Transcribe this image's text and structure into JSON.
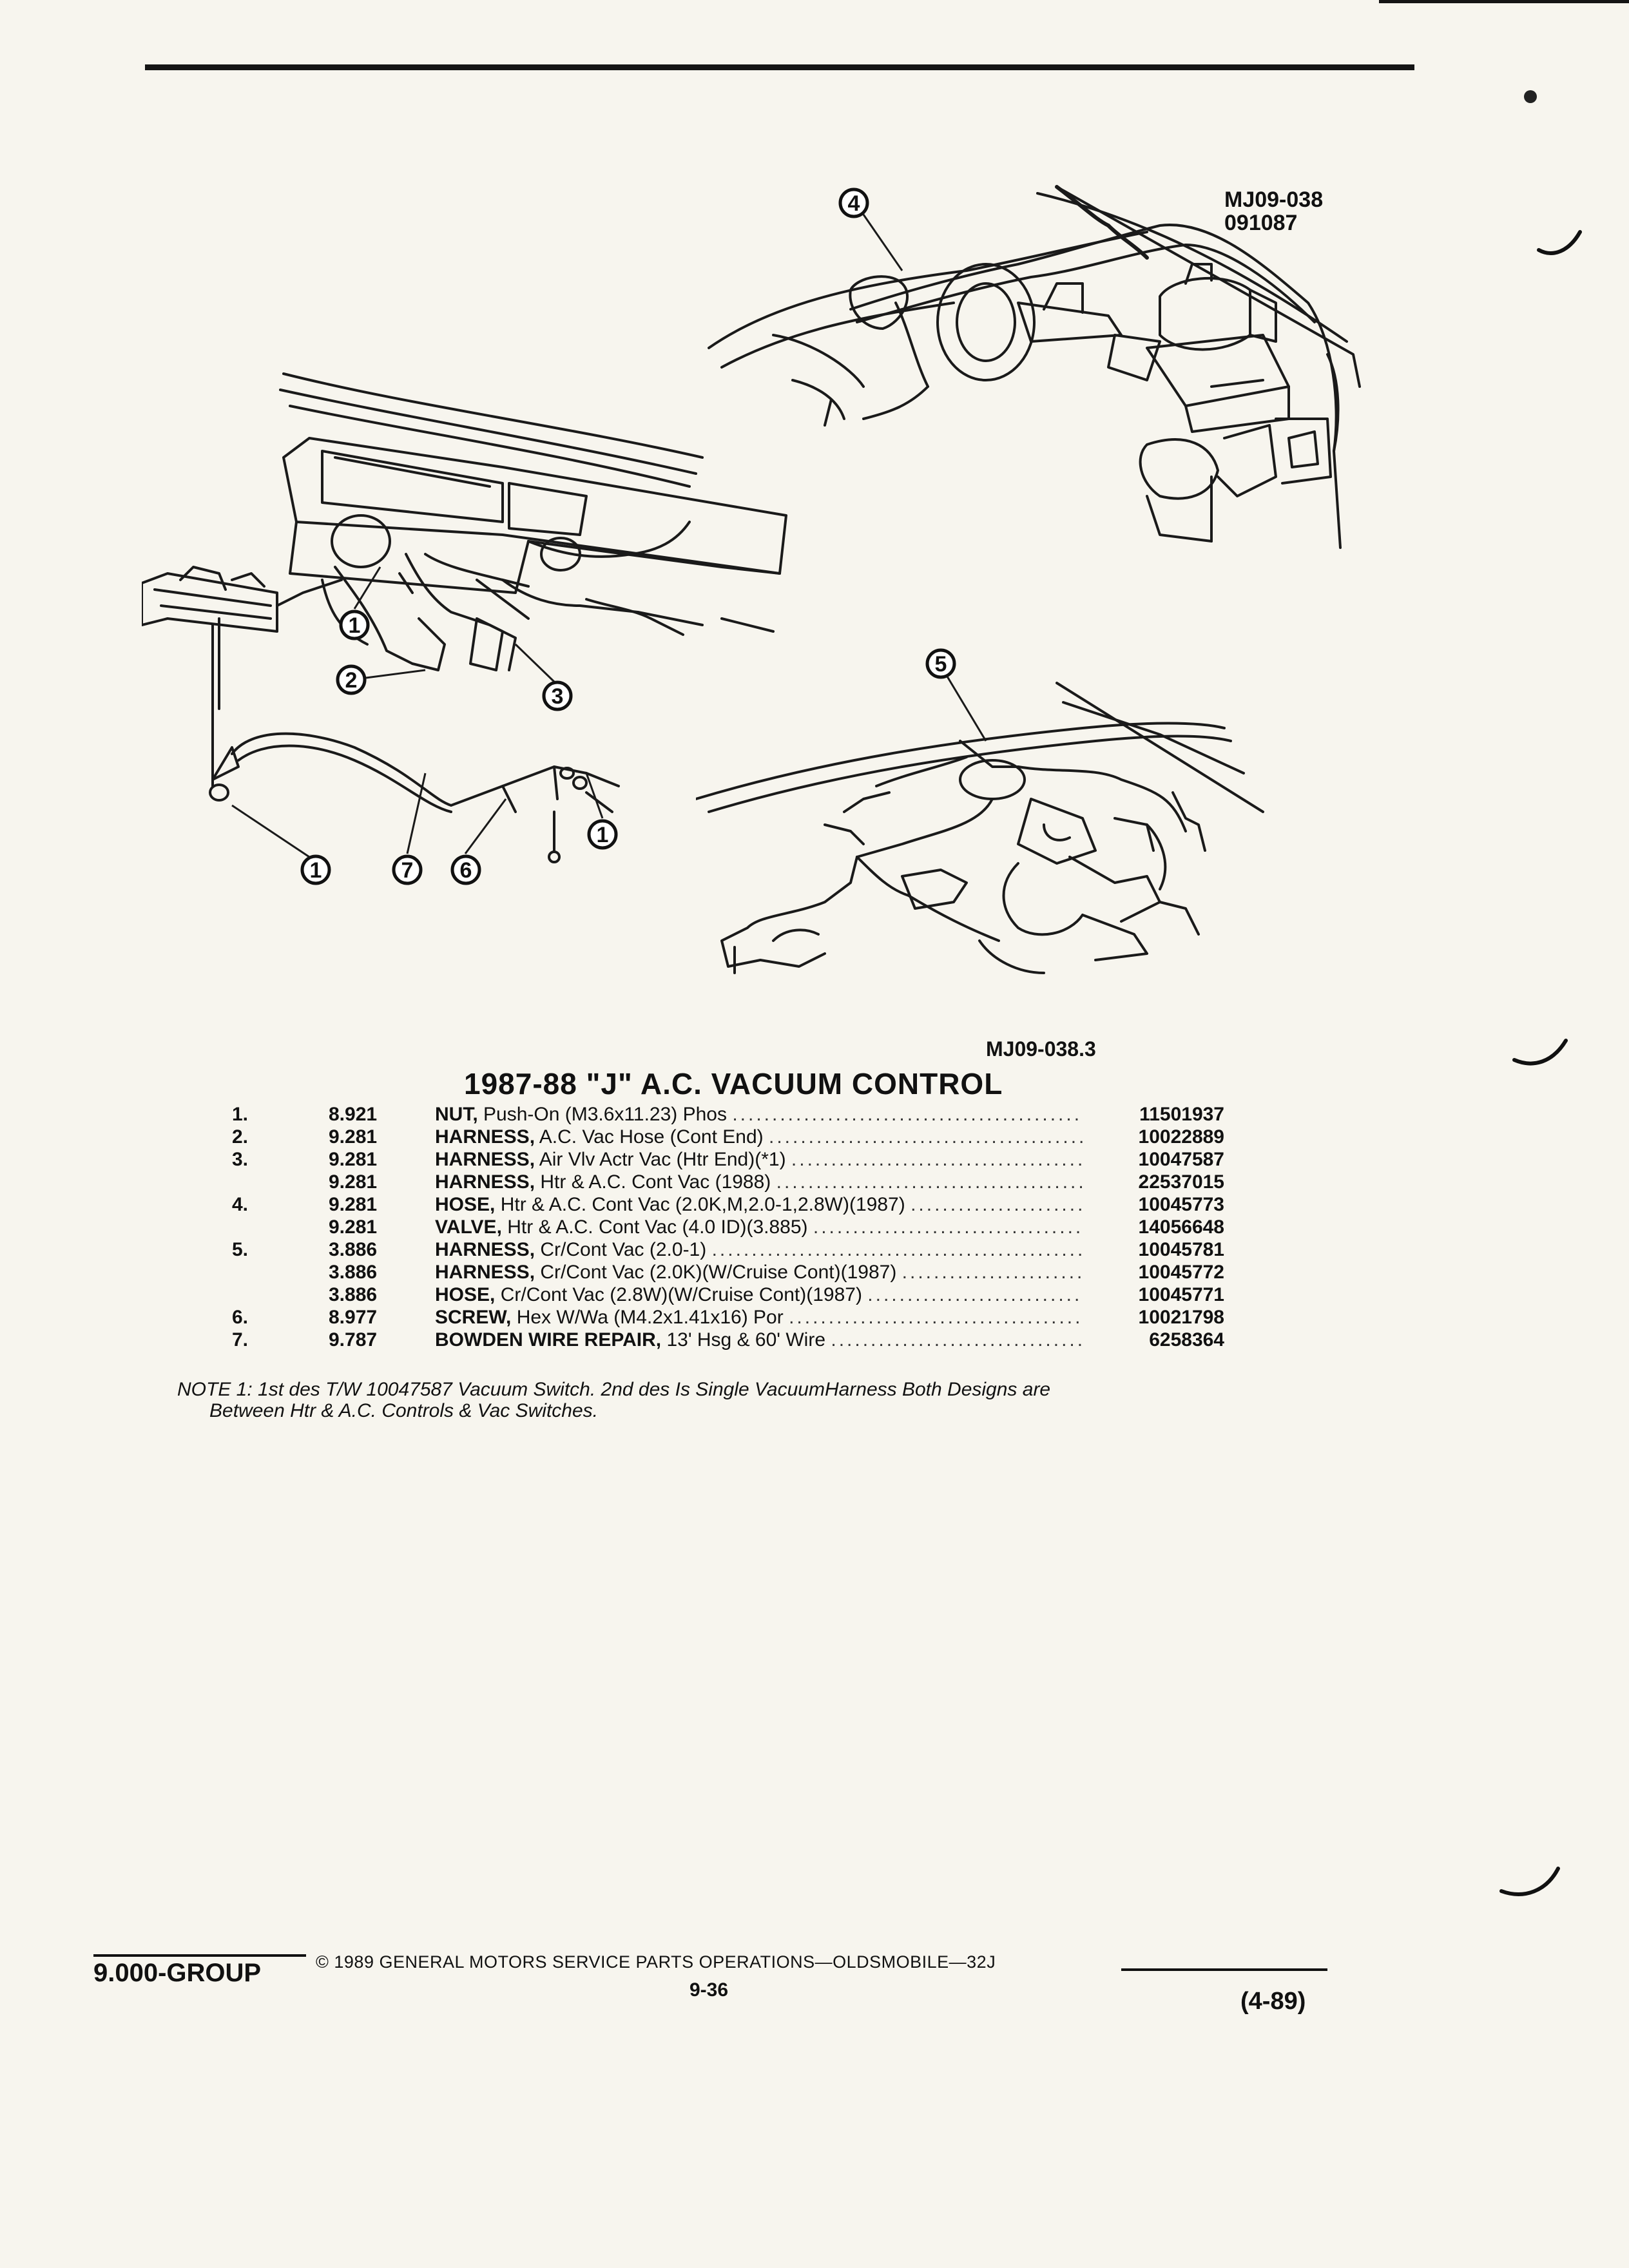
{
  "figure": {
    "ref_code": "MJ09-038",
    "ref_date": "091087",
    "figure_id": "MJ09-038.3",
    "callouts": [
      "4",
      "1",
      "2",
      "3",
      "5",
      "1",
      "7",
      "6",
      "1"
    ]
  },
  "title": "1987-88 \"J\" A.C. VACUUM CONTROL",
  "parts": [
    {
      "item": "1.",
      "group": "8.921",
      "name": "NUT,",
      "desc": "Push-On (M3.6x11.23) Phos",
      "part": "11501937"
    },
    {
      "item": "2.",
      "group": "9.281",
      "name": "HARNESS,",
      "desc": "A.C. Vac Hose (Cont End)",
      "part": "10022889"
    },
    {
      "item": "3.",
      "group": "9.281",
      "name": "HARNESS,",
      "desc": "Air Vlv Actr Vac (Htr End)(*1)",
      "part": "10047587"
    },
    {
      "item": "",
      "group": "9.281",
      "name": "HARNESS,",
      "desc": "Htr & A.C. Cont Vac (1988)",
      "part": "22537015"
    },
    {
      "item": "4.",
      "group": "9.281",
      "name": "HOSE,",
      "desc": "Htr & A.C. Cont Vac (2.0K,M,2.0-1,2.8W)(1987)",
      "part": "10045773"
    },
    {
      "item": "",
      "group": "9.281",
      "name": "VALVE,",
      "desc": "Htr & A.C. Cont Vac (4.0 ID)(3.885)",
      "part": "14056648"
    },
    {
      "item": "5.",
      "group": "3.886",
      "name": "HARNESS,",
      "desc": "Cr/Cont Vac (2.0-1)",
      "part": "10045781"
    },
    {
      "item": "",
      "group": "3.886",
      "name": "HARNESS,",
      "desc": "Cr/Cont Vac (2.0K)(W/Cruise Cont)(1987)",
      "part": "10045772"
    },
    {
      "item": "",
      "group": "3.886",
      "name": "HOSE,",
      "desc": "Cr/Cont Vac (2.8W)(W/Cruise Cont)(1987)",
      "part": "10045771"
    },
    {
      "item": "6.",
      "group": "8.977",
      "name": "SCREW,",
      "desc": "Hex W/Wa (M4.2x1.41x16) Por",
      "part": "10021798"
    },
    {
      "item": "7.",
      "group": "9.787",
      "name": "BOWDEN WIRE REPAIR,",
      "desc": "13' Hsg & 60' Wire",
      "part": "6258364"
    }
  ],
  "note": {
    "line1": "NOTE 1: 1st des T/W 10047587 Vacuum Switch. 2nd des Is Single VacuumHarness Both Designs are",
    "line2": "Between Htr & A.C. Controls & Vac Switches."
  },
  "footer": {
    "group": "9.000-GROUP",
    "copyright": "© 1989 GENERAL MOTORS SERVICE PARTS OPERATIONS—OLDSMOBILE—32J",
    "page": "9-36",
    "date": "(4-89)"
  }
}
